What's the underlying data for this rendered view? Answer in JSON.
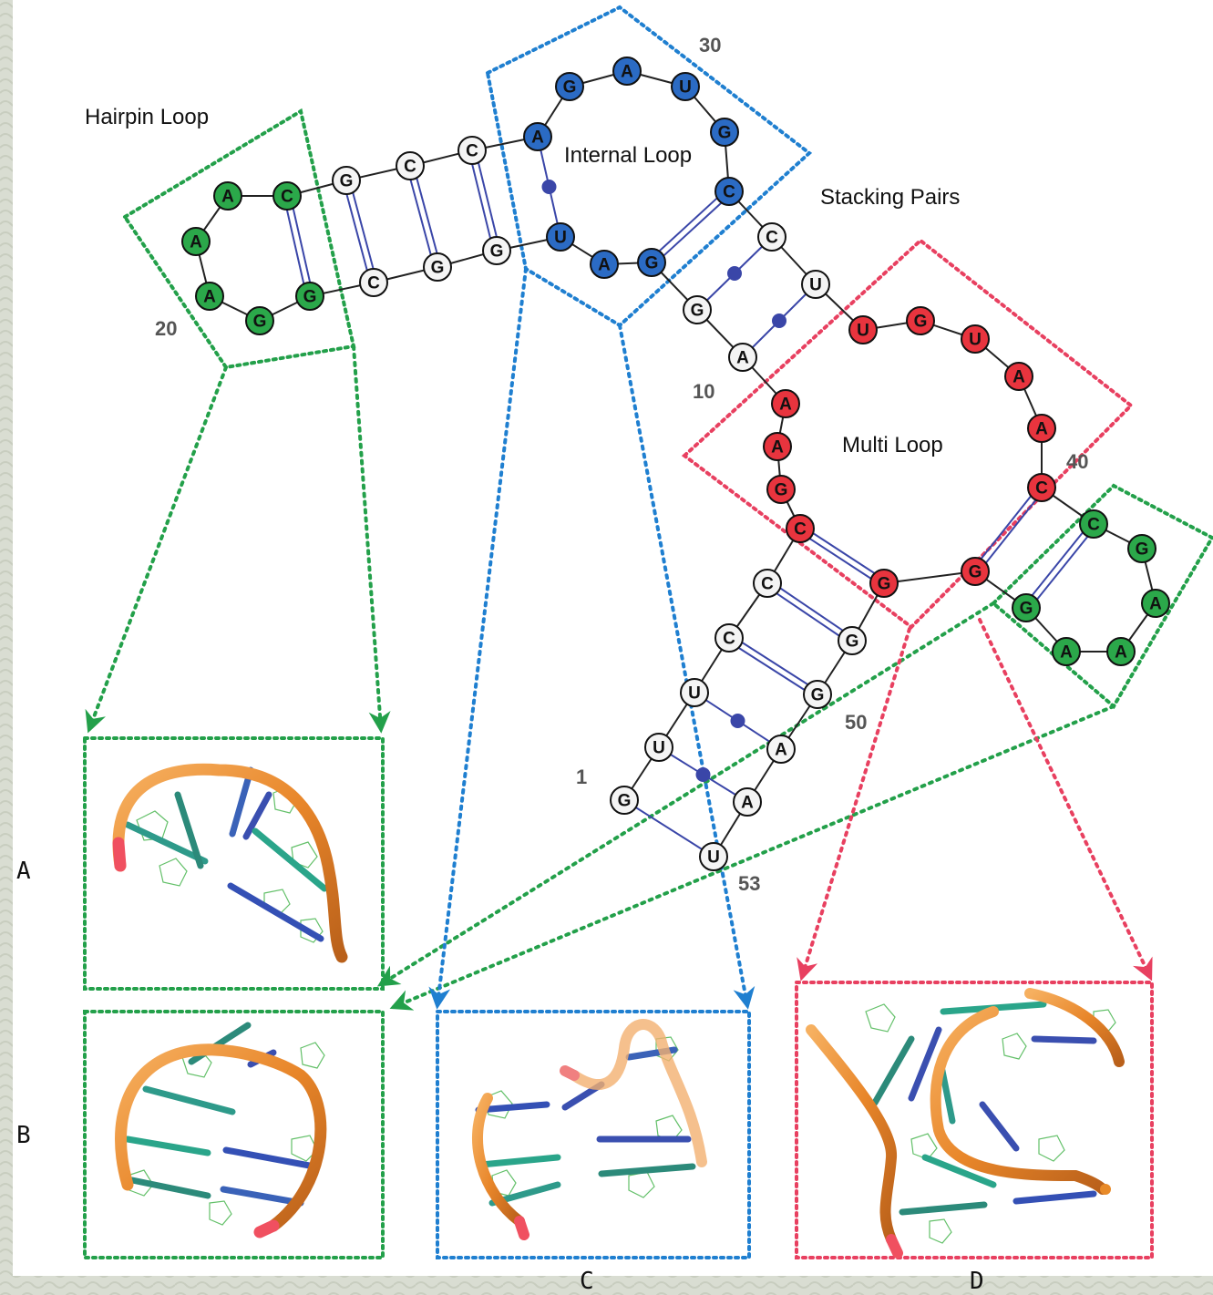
{
  "colors": {
    "green": "#2ba84a",
    "blue": "#2b6bc4",
    "red": "#e8343e",
    "white": "#f4f4f4",
    "pair": "#3a46a8",
    "box_green": "#23a04a",
    "box_blue": "#1f7fd0",
    "box_red": "#e84060",
    "strand": "#e88a28"
  },
  "labels": {
    "hairpin": "Hairpin Loop",
    "internal": "Internal Loop",
    "stacking": "Stacking Pairs",
    "multi": "Multi Loop"
  },
  "numbers": {
    "n1": "1",
    "n10": "10",
    "n20": "20",
    "n30": "30",
    "n40": "40",
    "n50": "50",
    "n53": "53"
  },
  "panels": {
    "a": "A",
    "b": "B",
    "c": "C",
    "d": "D"
  },
  "nucleotides": [
    {
      "b": "G",
      "c": "white"
    },
    {
      "b": "U",
      "c": "white"
    },
    {
      "b": "U",
      "c": "white"
    },
    {
      "b": "C",
      "c": "white"
    },
    {
      "b": "C",
      "c": "white"
    },
    {
      "b": "C",
      "c": "red"
    },
    {
      "b": "G",
      "c": "red"
    },
    {
      "b": "A",
      "c": "red"
    },
    {
      "b": "A",
      "c": "red"
    },
    {
      "b": "A",
      "c": "white"
    },
    {
      "b": "G",
      "c": "white"
    },
    {
      "b": "G",
      "c": "blue"
    },
    {
      "b": "A",
      "c": "blue"
    },
    {
      "b": "U",
      "c": "blue"
    },
    {
      "b": "G",
      "c": "white"
    },
    {
      "b": "G",
      "c": "white"
    },
    {
      "b": "C",
      "c": "white"
    },
    {
      "b": "G",
      "c": "green"
    },
    {
      "b": "G",
      "c": "green"
    },
    {
      "b": "A",
      "c": "green"
    },
    {
      "b": "A",
      "c": "green"
    },
    {
      "b": "A",
      "c": "green"
    },
    {
      "b": "C",
      "c": "green"
    },
    {
      "b": "G",
      "c": "white"
    },
    {
      "b": "C",
      "c": "white"
    },
    {
      "b": "C",
      "c": "white"
    },
    {
      "b": "A",
      "c": "blue"
    },
    {
      "b": "G",
      "c": "blue"
    },
    {
      "b": "A",
      "c": "blue"
    },
    {
      "b": "U",
      "c": "blue"
    },
    {
      "b": "G",
      "c": "blue"
    },
    {
      "b": "C",
      "c": "blue"
    },
    {
      "b": "C",
      "c": "white"
    },
    {
      "b": "U",
      "c": "white"
    },
    {
      "b": "U",
      "c": "red"
    },
    {
      "b": "G",
      "c": "red"
    },
    {
      "b": "U",
      "c": "red"
    },
    {
      "b": "A",
      "c": "red"
    },
    {
      "b": "A",
      "c": "red"
    },
    {
      "b": "C",
      "c": "red"
    },
    {
      "b": "C",
      "c": "green"
    },
    {
      "b": "G",
      "c": "green"
    },
    {
      "b": "A",
      "c": "green"
    },
    {
      "b": "A",
      "c": "green"
    },
    {
      "b": "A",
      "c": "green"
    },
    {
      "b": "G",
      "c": "green"
    },
    {
      "b": "G",
      "c": "red"
    },
    {
      "b": "G",
      "c": "red"
    },
    {
      "b": "G",
      "c": "white"
    },
    {
      "b": "G",
      "c": "white"
    },
    {
      "b": "A",
      "c": "white"
    },
    {
      "b": "A",
      "c": "white"
    },
    {
      "b": "U",
      "c": "white"
    }
  ],
  "pairs": [
    {
      "i": 1,
      "j": 53,
      "t": "line"
    },
    {
      "i": 2,
      "j": 52,
      "t": "dot"
    },
    {
      "i": 3,
      "j": 51,
      "t": "dot"
    },
    {
      "i": 4,
      "j": 50,
      "t": "double"
    },
    {
      "i": 5,
      "j": 49,
      "t": "double"
    },
    {
      "i": 6,
      "j": 48,
      "t": "double"
    },
    {
      "i": 10,
      "j": 34,
      "t": "dot"
    },
    {
      "i": 11,
      "j": 33,
      "t": "dot"
    },
    {
      "i": 12,
      "j": 32,
      "t": "double"
    },
    {
      "i": 14,
      "j": 27,
      "t": "dot"
    },
    {
      "i": 15,
      "j": 26,
      "t": "double"
    },
    {
      "i": 16,
      "j": 25,
      "t": "double"
    },
    {
      "i": 17,
      "j": 24,
      "t": "double"
    },
    {
      "i": 18,
      "j": 23,
      "t": "double"
    },
    {
      "i": 40,
      "j": 47,
      "t": "double"
    },
    {
      "i": 41,
      "j": 46,
      "t": "double"
    }
  ]
}
